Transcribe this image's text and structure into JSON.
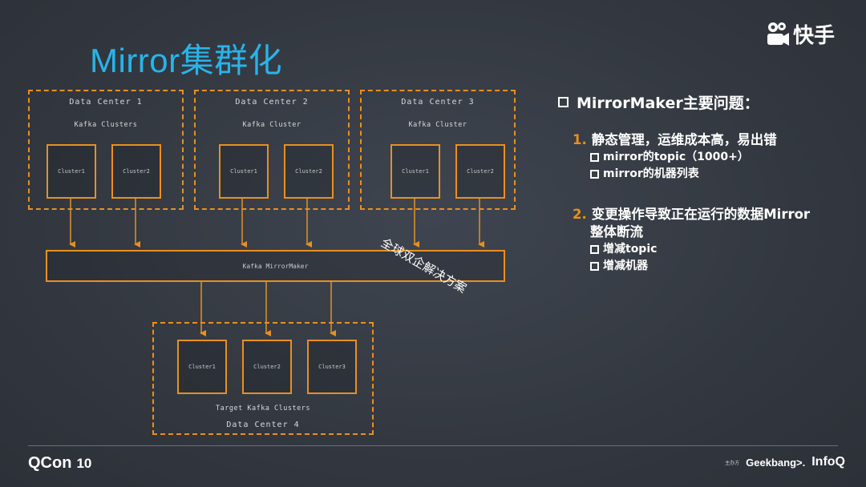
{
  "slide": {
    "title": "Mirror集群化",
    "brand": {
      "icon": "kuaishou-logo-icon",
      "name": "快手"
    },
    "accent_color": "#e8901f",
    "title_color": "#27b4ea"
  },
  "diagram": {
    "source_centers": [
      {
        "title": "Data Center 1",
        "subtitle": "Kafka Clusters",
        "clusters": [
          "Cluster1",
          "Cluster2"
        ]
      },
      {
        "title": "Data Center 2",
        "subtitle": "Kafka Cluster",
        "clusters": [
          "Cluster1",
          "Cluster2"
        ]
      },
      {
        "title": "Data Center 3",
        "subtitle": "Kafka Cluster",
        "clusters": [
          "Cluster1",
          "Cluster2"
        ]
      }
    ],
    "mirror_maker": "Kafka MirrorMaker",
    "annotation": "全球双企解决方案",
    "target": {
      "clusters": [
        "Cluster1",
        "Cluster2",
        "Cluster3"
      ],
      "subtitle": "Target Kafka Clusters",
      "title": "Data Center 4"
    }
  },
  "panel": {
    "heading": "MirrorMaker主要问题：",
    "points": [
      {
        "num": "1.",
        "lines": [
          "静态管理，运维成本高，易出错"
        ],
        "subs": [
          "mirror的topic（1000+）",
          "mirror的机器列表"
        ]
      },
      {
        "num": "2.",
        "lines": [
          "变更操作导致正在运行的数据Mirror",
          "整体断流"
        ],
        "subs": [
          "增减topic",
          "增减机器"
        ]
      }
    ]
  },
  "footer": {
    "left": "QCon",
    "left_badge": "10",
    "sponsor_label": "主办方",
    "sponsor_geek": "Geekbang>.",
    "sponsor_infoq": "InfoQ"
  }
}
